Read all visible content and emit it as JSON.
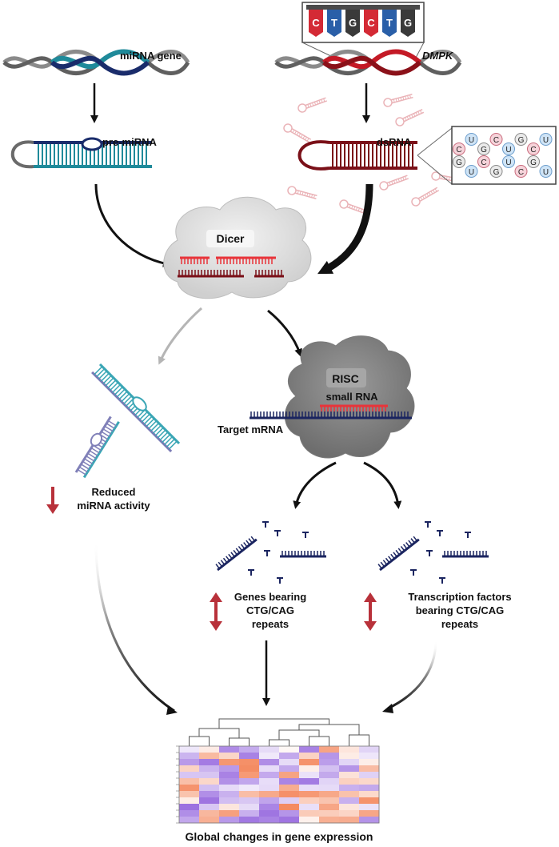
{
  "labels": {
    "mirna_gene": "miRNA gene",
    "dmpk": "DMPK",
    "pre_mirna": "pre-miRNA",
    "dsrna": "dsRNA",
    "dicer": "Dicer",
    "risc": "RISC",
    "small_rna": "small RNA",
    "target_mrna": "Target mRNA",
    "reduced_1": "Reduced",
    "reduced_2": "miRNA activity",
    "genes_1": "Genes bearing",
    "genes_2": "CTG/CAG",
    "genes_3": "repeats",
    "tf_1": "Transcription factors",
    "tf_2": "bearing CTG/CAG",
    "tf_3": "repeats",
    "global": "Global changes in gene expression"
  },
  "repeat_tags": [
    {
      "letter": "C",
      "color": "#d42a35"
    },
    {
      "letter": "T",
      "color": "#2a5fa8"
    },
    {
      "letter": "G",
      "color": "#3a3a3a"
    },
    {
      "letter": "C",
      "color": "#d42a35"
    },
    {
      "letter": "T",
      "color": "#2a5fa8"
    },
    {
      "letter": "G",
      "color": "#3a3a3a"
    }
  ],
  "pairing_top": [
    "C",
    "U",
    "G",
    "C",
    "U",
    "G",
    "C",
    "U"
  ],
  "pairing_bottom": [
    "G",
    "U",
    "C",
    "G",
    "U",
    "C",
    "G",
    "U"
  ],
  "colors": {
    "mirna_teal": "#1f8a9a",
    "mirna_navy": "#1a2c6b",
    "dmpk_red": "#c41a26",
    "dsrna_dark": "#7a1018",
    "small_rna_red": "#e8343a",
    "mrna_navy": "#1b2560",
    "updown_arrow": "#b8313a",
    "heat_high": "#f4895f",
    "heat_low": "#9b6fe0"
  }
}
